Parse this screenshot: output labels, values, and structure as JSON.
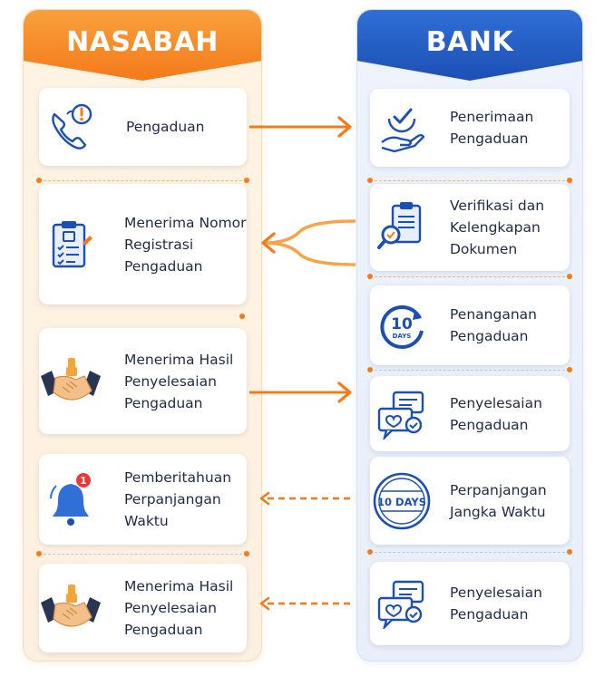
{
  "nasabah": {
    "title": "NASABAH",
    "steps": [
      {
        "label": "Pengaduan",
        "icon": "phone-alert-icon"
      },
      {
        "label": "Menerima Nomor\nRegistrasi\nPengaduan",
        "icon": "clipboard-checklist-icon"
      },
      {
        "label": "Menerima Hasil\nPenyelesaian\nPengaduan",
        "icon": "handshake-icon"
      },
      {
        "label": "Pemberitahuan\nPerpanjangan\nWaktu",
        "icon": "bell-notification-icon",
        "badge": "1"
      },
      {
        "label": "Menerima Hasil\nPenyelesaian\nPengaduan",
        "icon": "handshake-icon"
      }
    ]
  },
  "bank": {
    "title": "BANK",
    "steps": [
      {
        "label": "Penerimaan\nPengaduan",
        "icon": "hand-check-icon"
      },
      {
        "label": "Verifikasi dan\nKelengkapan\nDokumen",
        "icon": "document-magnifier-icon"
      },
      {
        "label": "Penanganan\nPengaduan",
        "icon": "10-days-timer-icon",
        "icon_text": "10",
        "icon_subtext": "DAYS"
      },
      {
        "label": "Penyelesaian\nPengaduan",
        "icon": "chat-bubbles-icon"
      },
      {
        "label": "Perpanjangan\nJangka Waktu",
        "icon": "10-days-stamp-icon",
        "icon_text": "10 DAYS"
      },
      {
        "label": "Penyelesaian\nPengaduan",
        "icon": "chat-bubbles-icon"
      }
    ]
  },
  "colors": {
    "orange": "#f47a1a",
    "blue": "#1d4fb3",
    "text": "#1f2a44"
  }
}
